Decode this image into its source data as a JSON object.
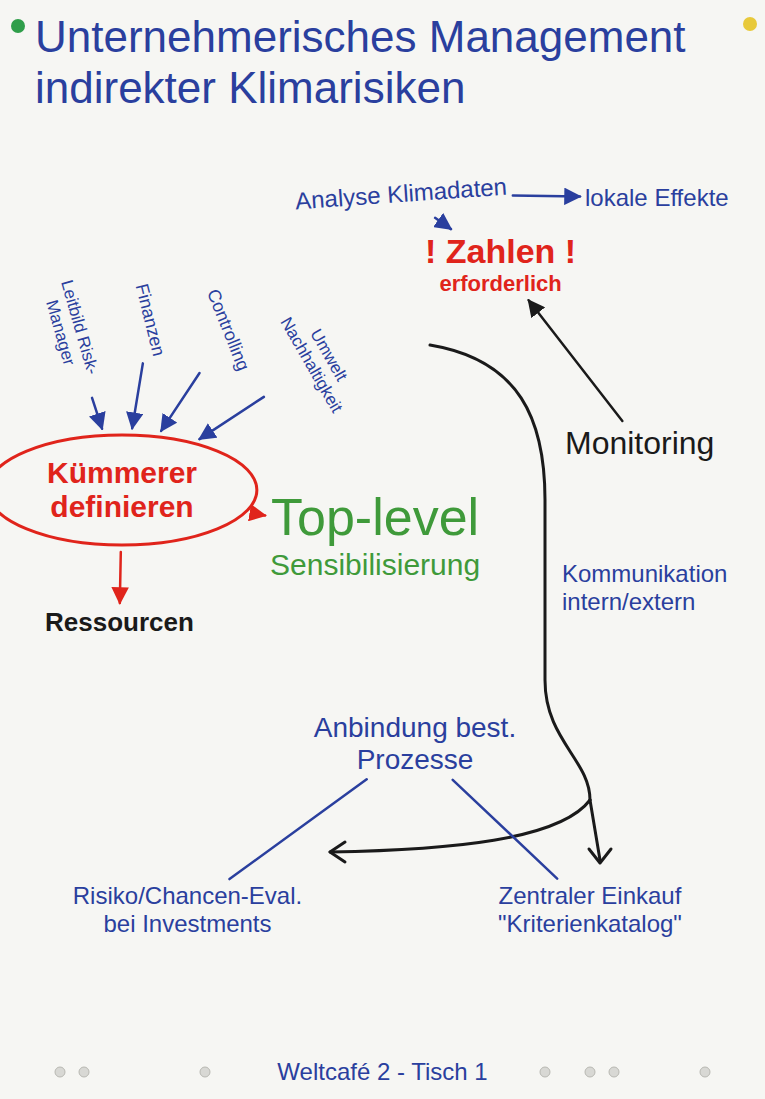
{
  "diagram": {
    "title": "Unternehmerisches Management indirekter Klimarisiken",
    "caption": "Weltcafé 2 - Tisch 1",
    "nodes": [
      {
        "text": [
          "Analyse Klimadaten"
        ]
      },
      {
        "text": [
          "lokale Effekte"
        ]
      },
      {
        "text": [
          "! Zahlen !",
          "erforderlich"
        ]
      },
      {
        "text": [
          "Leitbild Risk-Manager"
        ]
      },
      {
        "text": [
          "Finanzen"
        ]
      },
      {
        "text": [
          "Controlling"
        ]
      },
      {
        "text": [
          "Umwelt Nachhaltigkeit"
        ]
      },
      {
        "text": [
          "Kümmerer definieren"
        ]
      },
      {
        "text": [
          "Top-level",
          "Sensibilisierung"
        ]
      },
      {
        "text": [
          "Monitoring"
        ]
      },
      {
        "text": [
          "Ressourcen"
        ]
      },
      {
        "text": [
          "Anbindung best. Prozesse"
        ]
      },
      {
        "text": [
          "Risiko/Chancen-Eval. bei Investments"
        ]
      },
      {
        "text": [
          "Zentraler Einkauf \"Kriterienkatalog\""
        ]
      }
    ],
    "edges": [
      {
        "from": 0,
        "to": 1,
        "arrow": "to"
      },
      {
        "from": 0,
        "to": 2,
        "arrow": "to"
      },
      {
        "from": 3,
        "to": 7,
        "arrow": "to"
      },
      {
        "from": 4,
        "to": 7,
        "arrow": "to"
      },
      {
        "from": 5,
        "to": 7,
        "arrow": "to"
      },
      {
        "from": 6,
        "to": 7,
        "arrow": "to"
      },
      {
        "from": 7,
        "to": 8,
        "arrow": "to"
      },
      {
        "from": 7,
        "to": 10,
        "arrow": "to"
      },
      {
        "from": 9,
        "to": 2,
        "arrow": "to"
      },
      {
        "from": 11,
        "to": 12,
        "arrow": "none"
      },
      {
        "from": 11,
        "to": 13,
        "arrow": "none"
      }
    ],
    "labels": [
      "Kommunikation intern/extern"
    ]
  }
}
